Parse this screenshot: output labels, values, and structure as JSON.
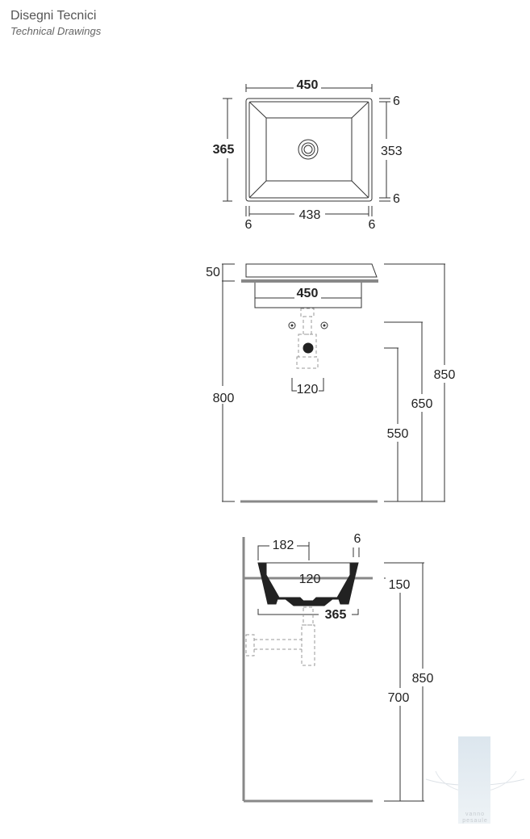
{
  "header": {
    "title": "Disegni Tecnici",
    "subtitle": "Technical Drawings"
  },
  "top_view": {
    "width": "450",
    "depth": "365",
    "inner_depth": "353",
    "top_margin": "6",
    "bottom_margin": "6",
    "left_margin": "6",
    "right_margin": "6",
    "inner_width": "438"
  },
  "front_view": {
    "rim_height": "50",
    "width": "450",
    "trap_width": "120",
    "counter_height": "800",
    "height_total": "850",
    "height_650": "650",
    "height_550": "550"
  },
  "side_view": {
    "depth_182": "182",
    "rim_6": "6",
    "center_120": "120",
    "depth_365": "365",
    "basin_height": "150",
    "counter_height": "700",
    "height_total": "850"
  },
  "watermark": {
    "line1": "vanno",
    "line2": "pesaule"
  },
  "colors": {
    "line": "#333333",
    "dashed": "#999999",
    "counter": "#888888",
    "text": "#222222"
  }
}
